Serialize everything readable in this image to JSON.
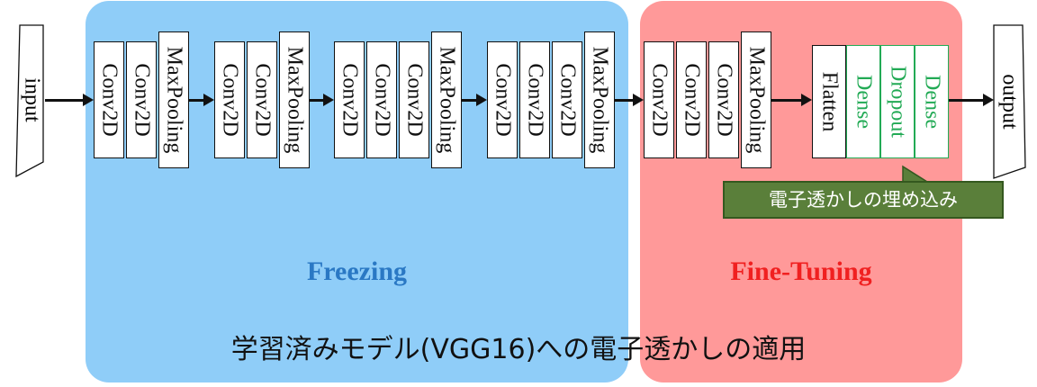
{
  "diagram": {
    "input_label": "input",
    "output_label": "output",
    "freezing_label": "Freezing",
    "finetuning_label": "Fine-Tuning",
    "caption": "学習済みモデル(VGG16)への電子透かしの適用",
    "callout": "電子透かしの埋め込み",
    "blocks": [
      {
        "conv": [
          "Conv2D",
          "Conv2D"
        ],
        "pool": "MaxPooling"
      },
      {
        "conv": [
          "Conv2D",
          "Conv2D"
        ],
        "pool": "MaxPooling"
      },
      {
        "conv": [
          "Conv2D",
          "Conv2D",
          "Conv2D"
        ],
        "pool": "MaxPooling"
      },
      {
        "conv": [
          "Conv2D",
          "Conv2D",
          "Conv2D"
        ],
        "pool": "MaxPooling"
      },
      {
        "conv": [
          "Conv2D",
          "Conv2D",
          "Conv2D"
        ],
        "pool": "MaxPooling"
      }
    ],
    "head": {
      "flatten": "Flatten",
      "watermark_layers": [
        "Dense",
        "Dropout",
        "Dense"
      ]
    },
    "colors": {
      "freezing_bg": "#8fcdf8",
      "finetuning_bg": "#ff9999",
      "freezing_text": "#2a78c4",
      "finetuning_text": "#f02020",
      "watermark_layer": "#22aa55",
      "callout_bg": "#5a7f3a"
    }
  }
}
